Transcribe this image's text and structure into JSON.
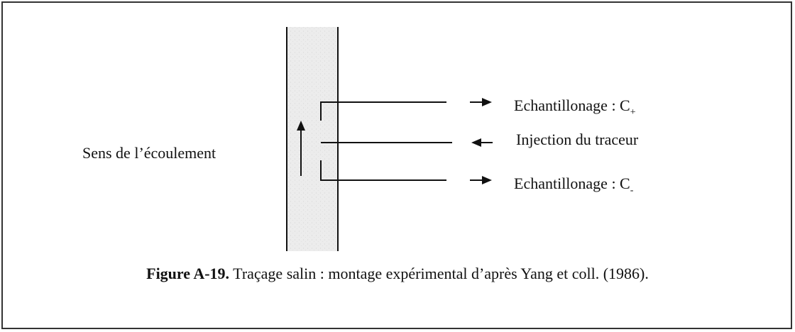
{
  "diagram": {
    "flow_label": "Sens de l’écoulement",
    "sample_top": {
      "label": "Echantillonage : C",
      "subscript": "+"
    },
    "injection": {
      "label": "Injection du traceur"
    },
    "sample_bottom": {
      "label": "Echantillonage : C",
      "subscript": "-"
    }
  },
  "caption": {
    "number": "Figure A-19.",
    "text": " Traçage salin : montage expérimental d’après Yang et coll. (1986)."
  },
  "colors": {
    "column_fill": "#e9e9e9",
    "line": "#111111",
    "border": "#333333"
  }
}
